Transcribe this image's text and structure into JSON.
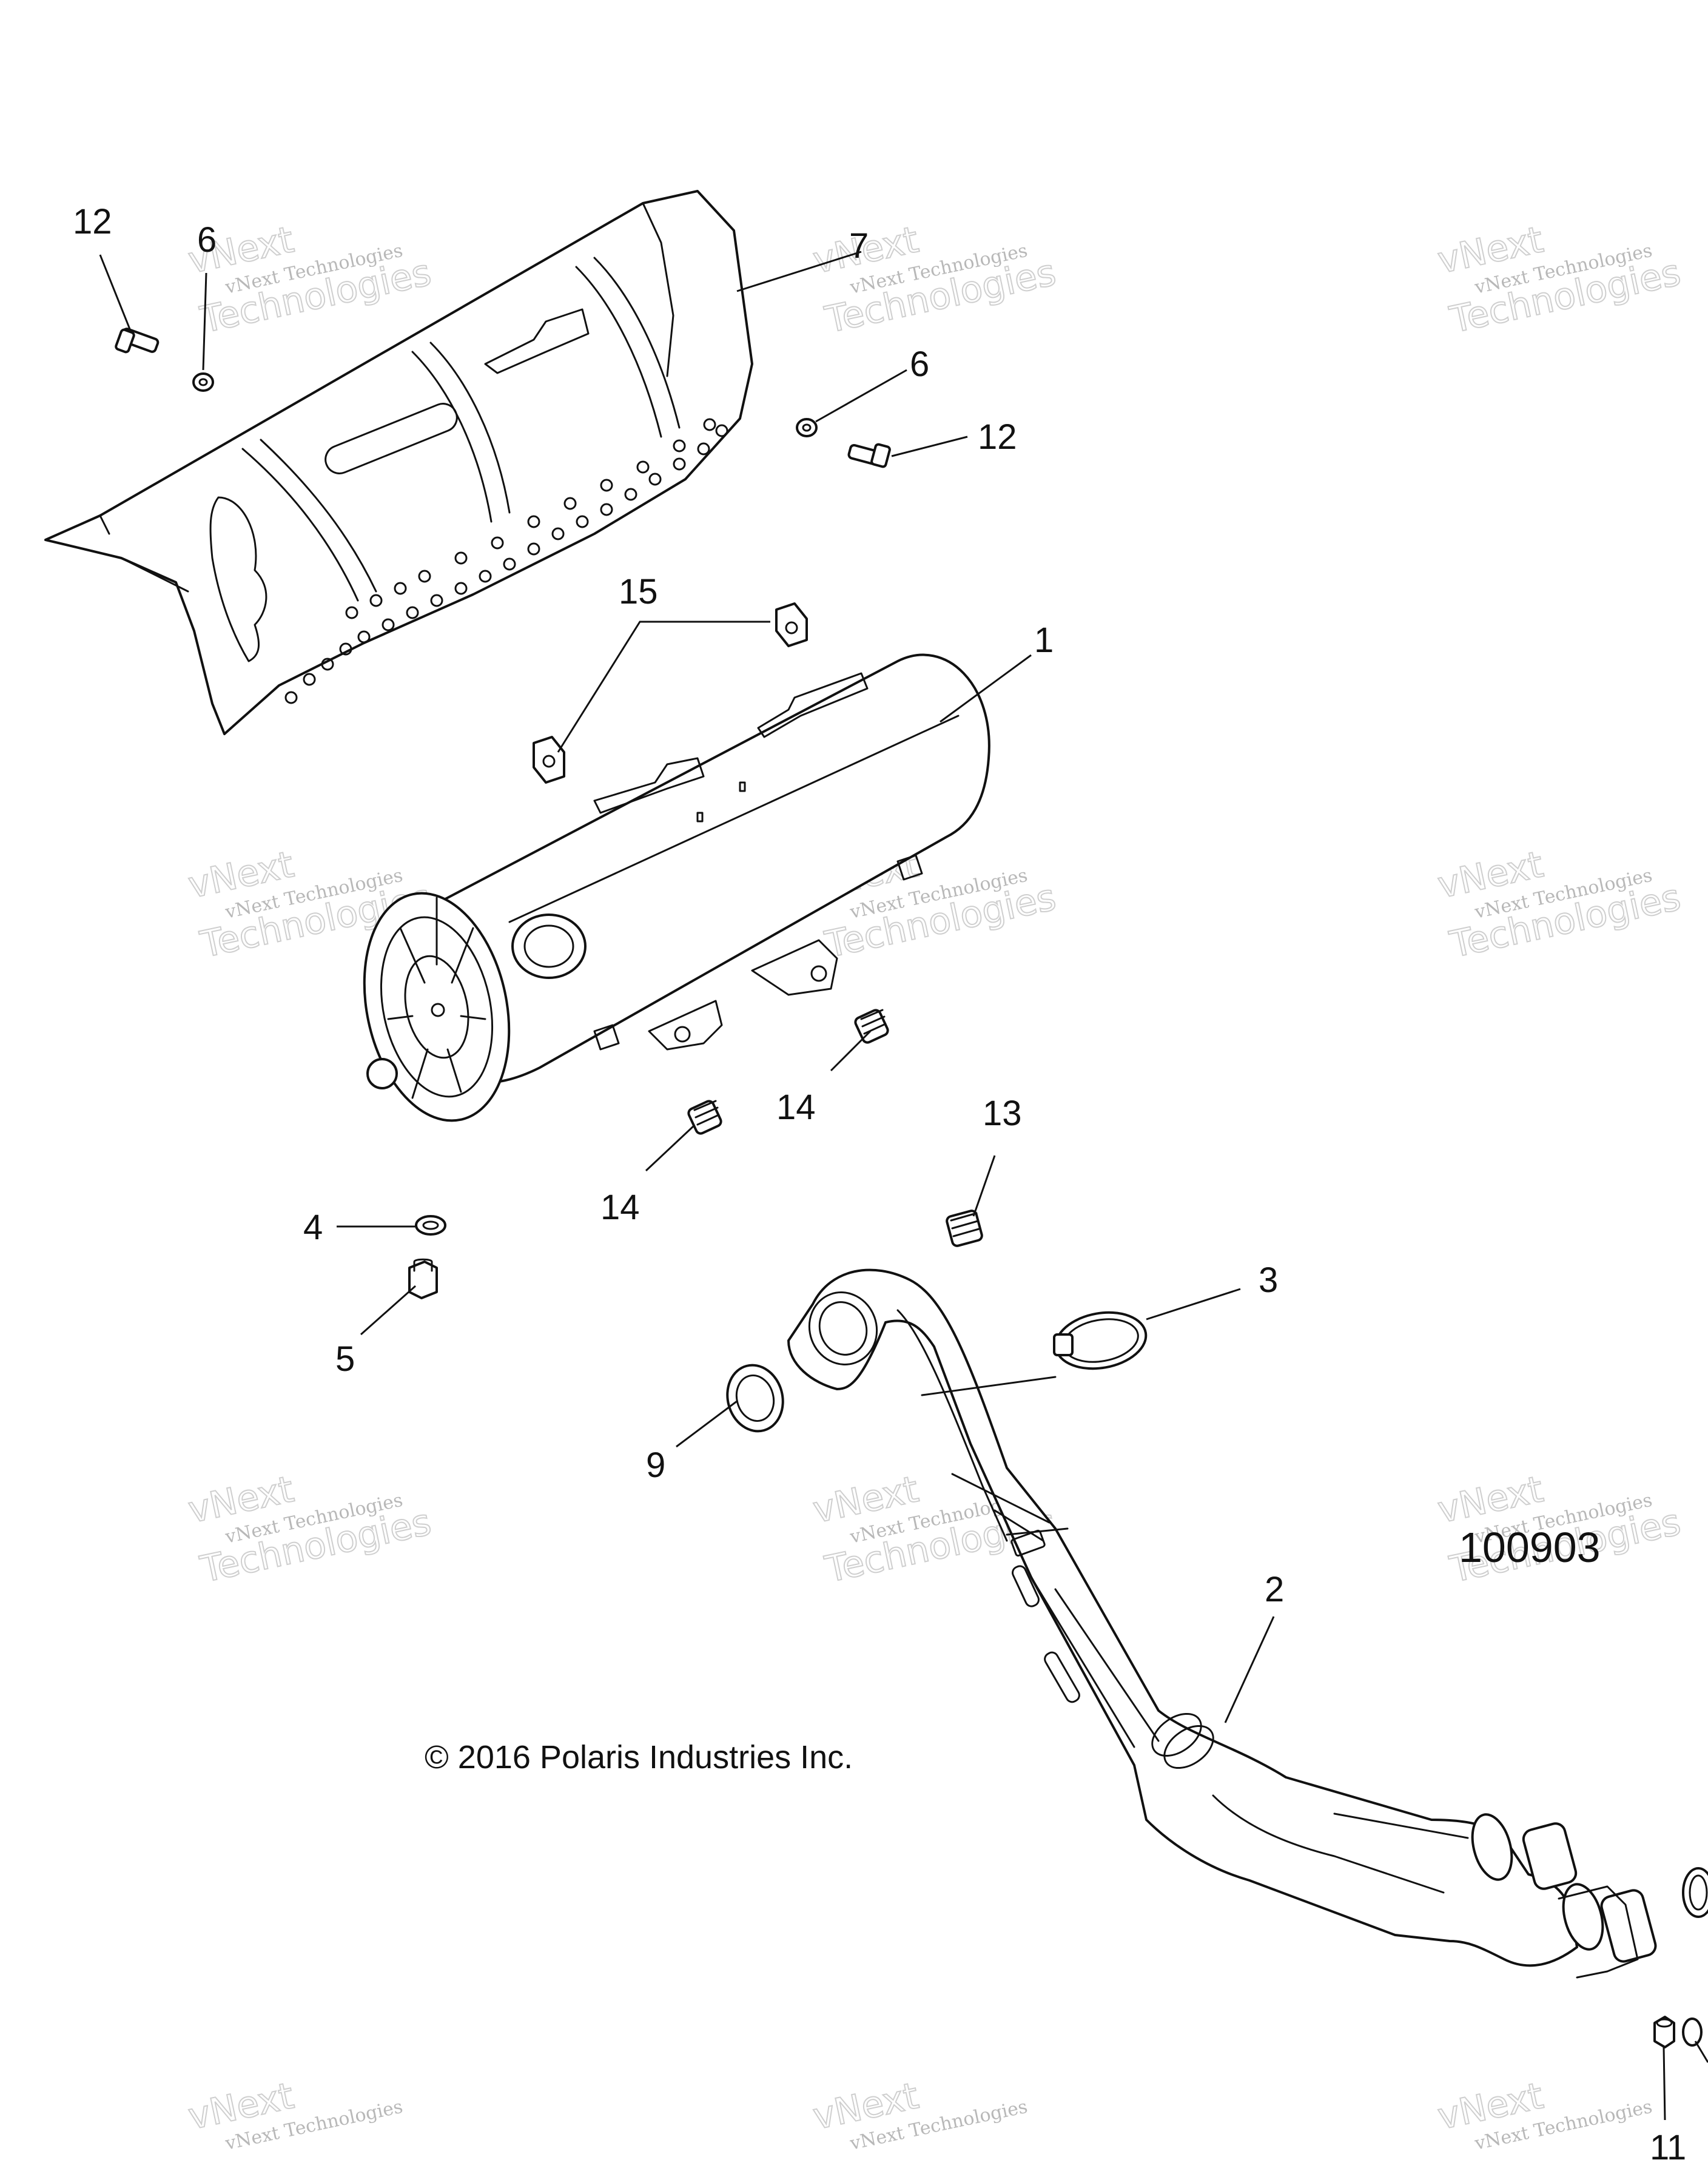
{
  "watermark": {
    "line1": "vNext Technologies",
    "line2": "Technologies",
    "line3": "vNext"
  },
  "copyright": "© 2016 Polaris Industries Inc.",
  "diagram_id": "100903",
  "callouts": [
    {
      "id": "c-12a",
      "label": "12"
    },
    {
      "id": "c-6a",
      "label": "6"
    },
    {
      "id": "c-7",
      "label": "7"
    },
    {
      "id": "c-6b",
      "label": "6"
    },
    {
      "id": "c-12b",
      "label": "12"
    },
    {
      "id": "c-15",
      "label": "15"
    },
    {
      "id": "c-1",
      "label": "1"
    },
    {
      "id": "c-14a",
      "label": "14"
    },
    {
      "id": "c-14b",
      "label": "14"
    },
    {
      "id": "c-13",
      "label": "13"
    },
    {
      "id": "c-4",
      "label": "4"
    },
    {
      "id": "c-5",
      "label": "5"
    },
    {
      "id": "c-3",
      "label": "3"
    },
    {
      "id": "c-9",
      "label": "9"
    },
    {
      "id": "c-2",
      "label": "2"
    },
    {
      "id": "c-11",
      "label": "11"
    }
  ]
}
